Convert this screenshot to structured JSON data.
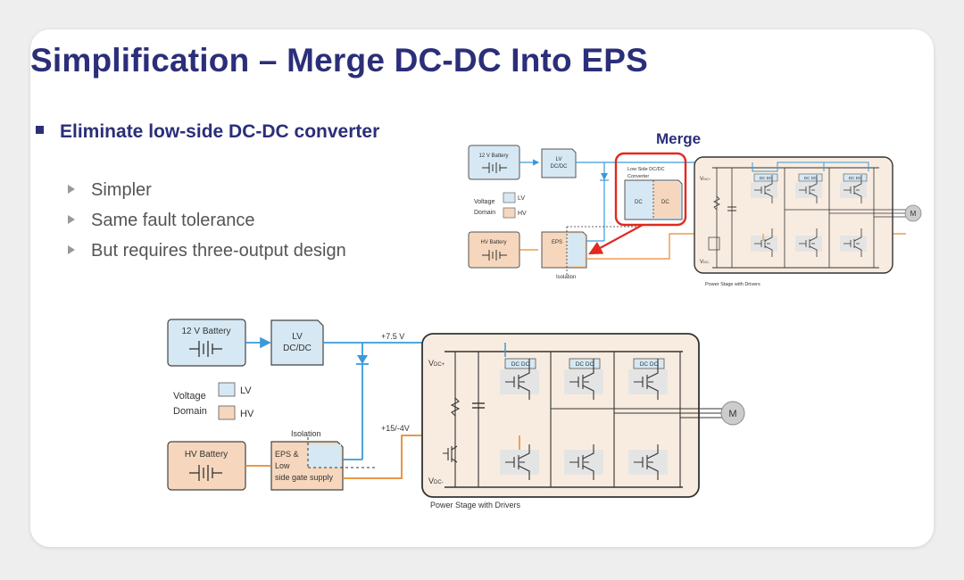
{
  "slide": {
    "title": "Simplification – Merge DC-DC Into EPS",
    "bullet": "Eliminate low-side DC-DC converter",
    "subbullets": [
      "Simpler",
      "Same fault tolerance",
      "But requires three-output design"
    ]
  },
  "top_diagram": {
    "merge_label": "Merge",
    "battery_12v": "12 V Battery",
    "lv_dcdc": [
      "LV",
      "DC/DC"
    ],
    "low_side_dcdc": [
      "Low Side DC/DC",
      "Converter"
    ],
    "dc_left": "DC",
    "dc_right": "DC",
    "voltage_domain": [
      "Voltage",
      "Domain"
    ],
    "lv": "LV",
    "hv": "HV",
    "hv_battery": "HV Battery",
    "eps": "EPS",
    "isolation": "Isolation",
    "vdc_plus": "V",
    "vdc_plus_sub": "DC+",
    "vdc_minus": "V",
    "vdc_minus_sub": "DC-",
    "driver_label": "DC DC",
    "motor": "M",
    "power_stage": "Power Stage with Drivers"
  },
  "bottom_diagram": {
    "battery_12v": "12 V Battery",
    "lv_dcdc": [
      "LV",
      "DC/DC"
    ],
    "plus_7_5v": "+7.5 V",
    "voltage_domain": [
      "Voltage",
      "Domain"
    ],
    "lv": "LV",
    "hv": "HV",
    "isolation": "Isolation",
    "plus_15_minus_4v": "+15/-4V",
    "hv_battery": "HV Battery",
    "eps_lines": [
      "EPS &",
      "Low",
      "side gate supply"
    ],
    "vdc_plus": "V",
    "vdc_plus_sub": "DC+",
    "vdc_minus": "V",
    "vdc_minus_sub": "DC-",
    "driver_label": "DC DC",
    "motor": "M",
    "power_stage": "Power Stage with Drivers"
  },
  "colors": {
    "title_blue": "#2b2e78",
    "lv_fill": "#d6e8f3",
    "hv_fill": "#f6d7bd",
    "blue_wire": "#3a9ad9",
    "orange_wire": "#e58a2e",
    "merge_red": "#e02a20",
    "stage_fill": "#f8ece0"
  }
}
